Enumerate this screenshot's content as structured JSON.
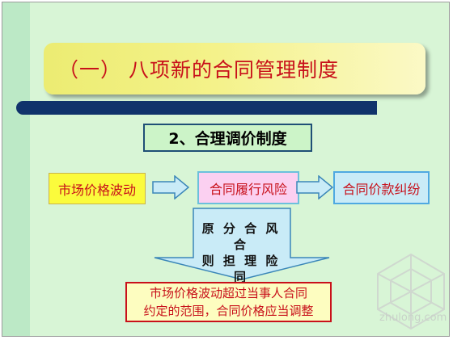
{
  "title": "（一） 八项新的合同管理制度",
  "subtitle": "2、合理调价制度",
  "flow": {
    "box1": "市场价格波动",
    "box2": "合同履行风险",
    "box3": "合同价款纠纷"
  },
  "principle": {
    "line1": "原 分 合 风 合",
    "line2": "则 担 理 险 同"
  },
  "result": {
    "line1": "市场价格波动超过当事人合同",
    "line2": "约定的范围，合同价格应当调整"
  },
  "watermark": "zhulong.com",
  "colors": {
    "background": "#d8f5d6",
    "title_text": "#c8101a",
    "title_fill": "#f4f28a",
    "navy_bar": "#10336b",
    "arrow_fill": "#c9ebf7",
    "arrow_stroke": "#3a86b8"
  }
}
